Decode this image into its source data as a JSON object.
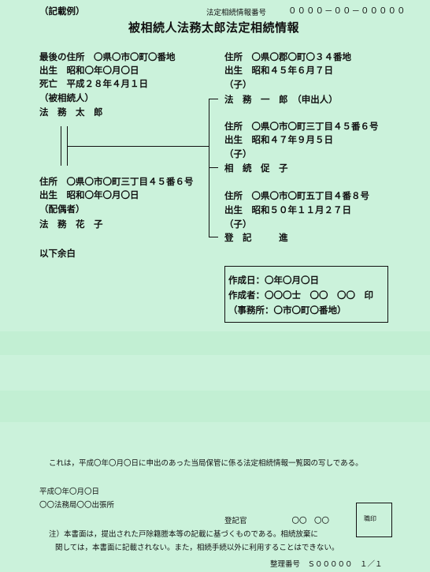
{
  "header": {
    "example_label": "（記載例）",
    "cert_number_label": "法定相続情報番号",
    "cert_number_value": "００００－００－０００００",
    "title": "被相続人法務太郎法定相続情報"
  },
  "decedent": {
    "last_address": "最後の住所　〇県〇市〇町〇番地",
    "birth": "出生　昭和〇年〇月〇日",
    "death": "死亡　平成２８年４月１日",
    "role": "（被相続人）",
    "name": "法　務　太　郎"
  },
  "spouse": {
    "address": "住所　〇県〇市〇町三丁目４５番６号",
    "birth": "出生　昭和〇年〇月〇日",
    "role": "（配偶者）",
    "name": "法　務　花　子"
  },
  "heirs": [
    {
      "address": "住所　〇県〇郡〇町〇３４番地",
      "birth": "出生　昭和４５年６月７日",
      "role": "（子）",
      "name": "法　務　一　郎　（申出人）"
    },
    {
      "address": "住所　〇県〇市〇町三丁目４５番６号",
      "birth": "出生　昭和４７年９月５日",
      "role": "（子）",
      "name": "相　続　促　子"
    },
    {
      "address": "住所　〇県〇市〇町五丁目４番８号",
      "birth": "出生　昭和５０年１１月２７日",
      "role": "（子）",
      "name": "登　記　　　進"
    }
  ],
  "remainder": "以下余白",
  "created": {
    "date": "作成日：〇年〇月〇日",
    "creator": "作成者：〇〇〇士　〇〇　〇〇　印",
    "office": "（事務所：〇市〇町〇番地）"
  },
  "certification": "これは，平成〇年〇月〇日に申出のあった当局保管に係る法定相続情報一覧図の写しである。",
  "issue_date": "平成〇年〇月〇日",
  "office_name": "〇〇法務局〇〇出張所",
  "registrar": "登記官　　　　　　〇〇　〇〇",
  "seal_label": "職印",
  "note_line1": "注）本書面は，提出された戸除籍謄本等の記載に基づくものである。相続放棄に",
  "note_line2": "関しては，本書面に記載されない。また，相続手続以外に利用することはできない。",
  "serial": "整理番号　Ｓ０００００　１／１"
}
